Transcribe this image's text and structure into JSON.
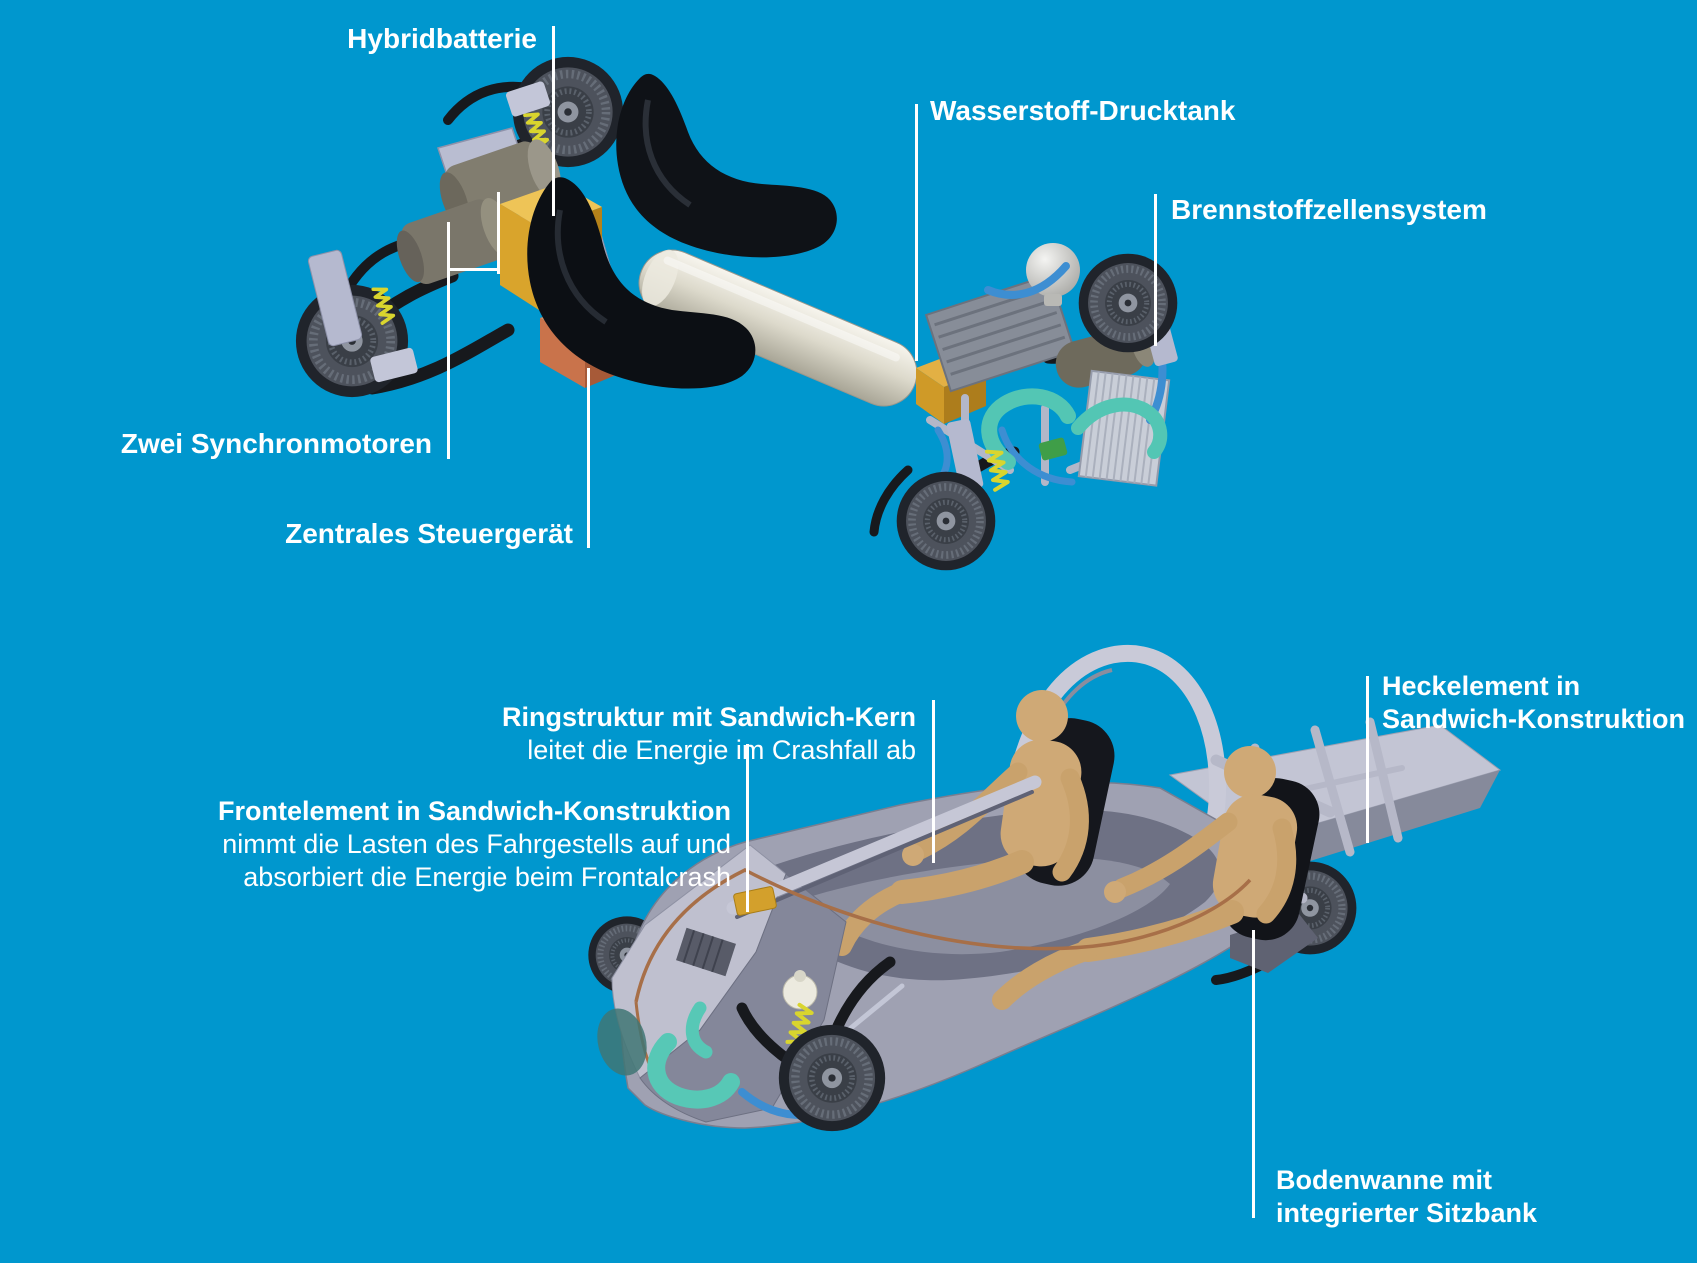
{
  "page": {
    "background_color": "#0097CE",
    "label_text_color": "#FFFFFF",
    "leader_line_color": "#FFFFFF"
  },
  "figure_top": {
    "labels": {
      "hybridbatterie": "Hybridbatterie",
      "wasserstoff_drucktank": "Wasserstoff-Drucktank",
      "brennstoffzellensystem": "Brennstoffzellensystem",
      "zwei_synchronmotoren": "Zwei Synchronmotoren",
      "zentrales_steuergeraet": "Zentrales Steuergerät"
    }
  },
  "figure_bottom": {
    "labels": {
      "ringstruktur": {
        "title": "Ringstruktur mit Sandwich-Kern",
        "desc": "leitet die Energie im Crashfall ab"
      },
      "frontelement": {
        "title": "Frontelement in Sandwich-Konstruktion",
        "desc_line1": "nimmt die Lasten des Fahrgestells auf und",
        "desc_line2": "absorbiert die Energie beim Frontalcrash"
      },
      "heckelement": {
        "line1": "Heckelement in",
        "line2": "Sandwich-Konstruktion"
      },
      "bodenwanne": {
        "line1": "Bodenwanne mit",
        "line2": "integrierter Sitzbank"
      }
    }
  },
  "colors": {
    "hybrid_battery_box": "#D9A42C",
    "central_control_unit_box": "#C9734B",
    "hydrogen_tank": "#E9E6DA",
    "coolant_pipes_teal": "#53C6B4",
    "hoses_blue": "#3D8ED2",
    "chassis_gray": "#9FA1B2",
    "dummy_tan": "#CFA976",
    "seat_black": "#121419",
    "spring_yellow": "#D9D52E"
  }
}
